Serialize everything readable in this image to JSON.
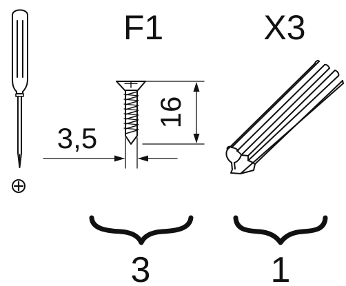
{
  "labels": {
    "screw_code": "F1",
    "profile_count": "X3",
    "screw_diameter": "3,5",
    "screw_length": "16",
    "qty_screws": "3",
    "qty_profiles": "1"
  },
  "icons": {
    "screwdriver": "phillips-screwdriver-icon",
    "phillips_symbol": "phillips-head-icon",
    "screw": "countersunk-screw-icon",
    "profile": "rail-profile-icon",
    "brace": "curly-brace-icon"
  },
  "colors": {
    "ink": "#111111",
    "background": "#ffffff"
  }
}
